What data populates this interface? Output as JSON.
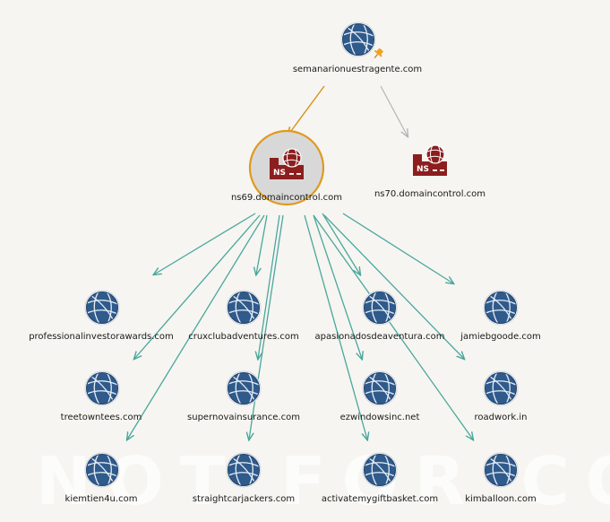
{
  "graph": {
    "root": {
      "label": "semanarionuestragente.com",
      "icon": "globe-icon",
      "pinned": true,
      "pin_icon": "pin-icon"
    },
    "nameservers": [
      {
        "label": "ns69.domaincontrol.com",
        "icon": "nameserver-icon",
        "selected": true
      },
      {
        "label": "ns70.domaincontrol.com",
        "icon": "nameserver-icon",
        "selected": false
      }
    ],
    "domains": [
      {
        "label": "professionalinvestorawards.com",
        "icon": "globe-icon"
      },
      {
        "label": "cruxclubadventures.com",
        "icon": "globe-icon"
      },
      {
        "label": "apasionadosdeaventura.com",
        "icon": "globe-icon"
      },
      {
        "label": "jamiebgoode.com",
        "icon": "globe-icon"
      },
      {
        "label": "treetowntees.com",
        "icon": "globe-icon"
      },
      {
        "label": "supernovainsurance.com",
        "icon": "globe-icon"
      },
      {
        "label": "ezwindowsinc.net",
        "icon": "globe-icon"
      },
      {
        "label": "roadwork.in",
        "icon": "globe-icon"
      },
      {
        "label": "kiemtien4u.com",
        "icon": "globe-icon"
      },
      {
        "label": "straightcarjackers.com",
        "icon": "globe-icon"
      },
      {
        "label": "activatemygiftbasket.com",
        "icon": "globe-icon"
      },
      {
        "label": "kimballoon.com",
        "icon": "globe-icon"
      }
    ],
    "nameserver_badge": "NS",
    "watermark": "NOT FOR COMMERCIAL USE"
  },
  "colors": {
    "background": "#f6f5f1",
    "globe": "#2f5a8c",
    "nameserver": "#8c1e1e",
    "selected_ring": "#e09a1f",
    "selected_fill": "#d8d8d8",
    "edge_teal": "#4aa79c",
    "edge_orange": "#d9911b",
    "edge_gray": "#b5b5b5"
  }
}
